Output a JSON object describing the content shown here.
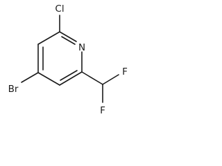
{
  "molecule": {
    "atoms": {
      "chlorine": "Cl",
      "nitrogen": "N",
      "bromine": "Br",
      "fluorine_upper": "F",
      "fluorine_lower": "F"
    }
  },
  "colors": {
    "bond": "#1a1a1a",
    "text": "#1a1a1a",
    "background": "#ffffff"
  }
}
